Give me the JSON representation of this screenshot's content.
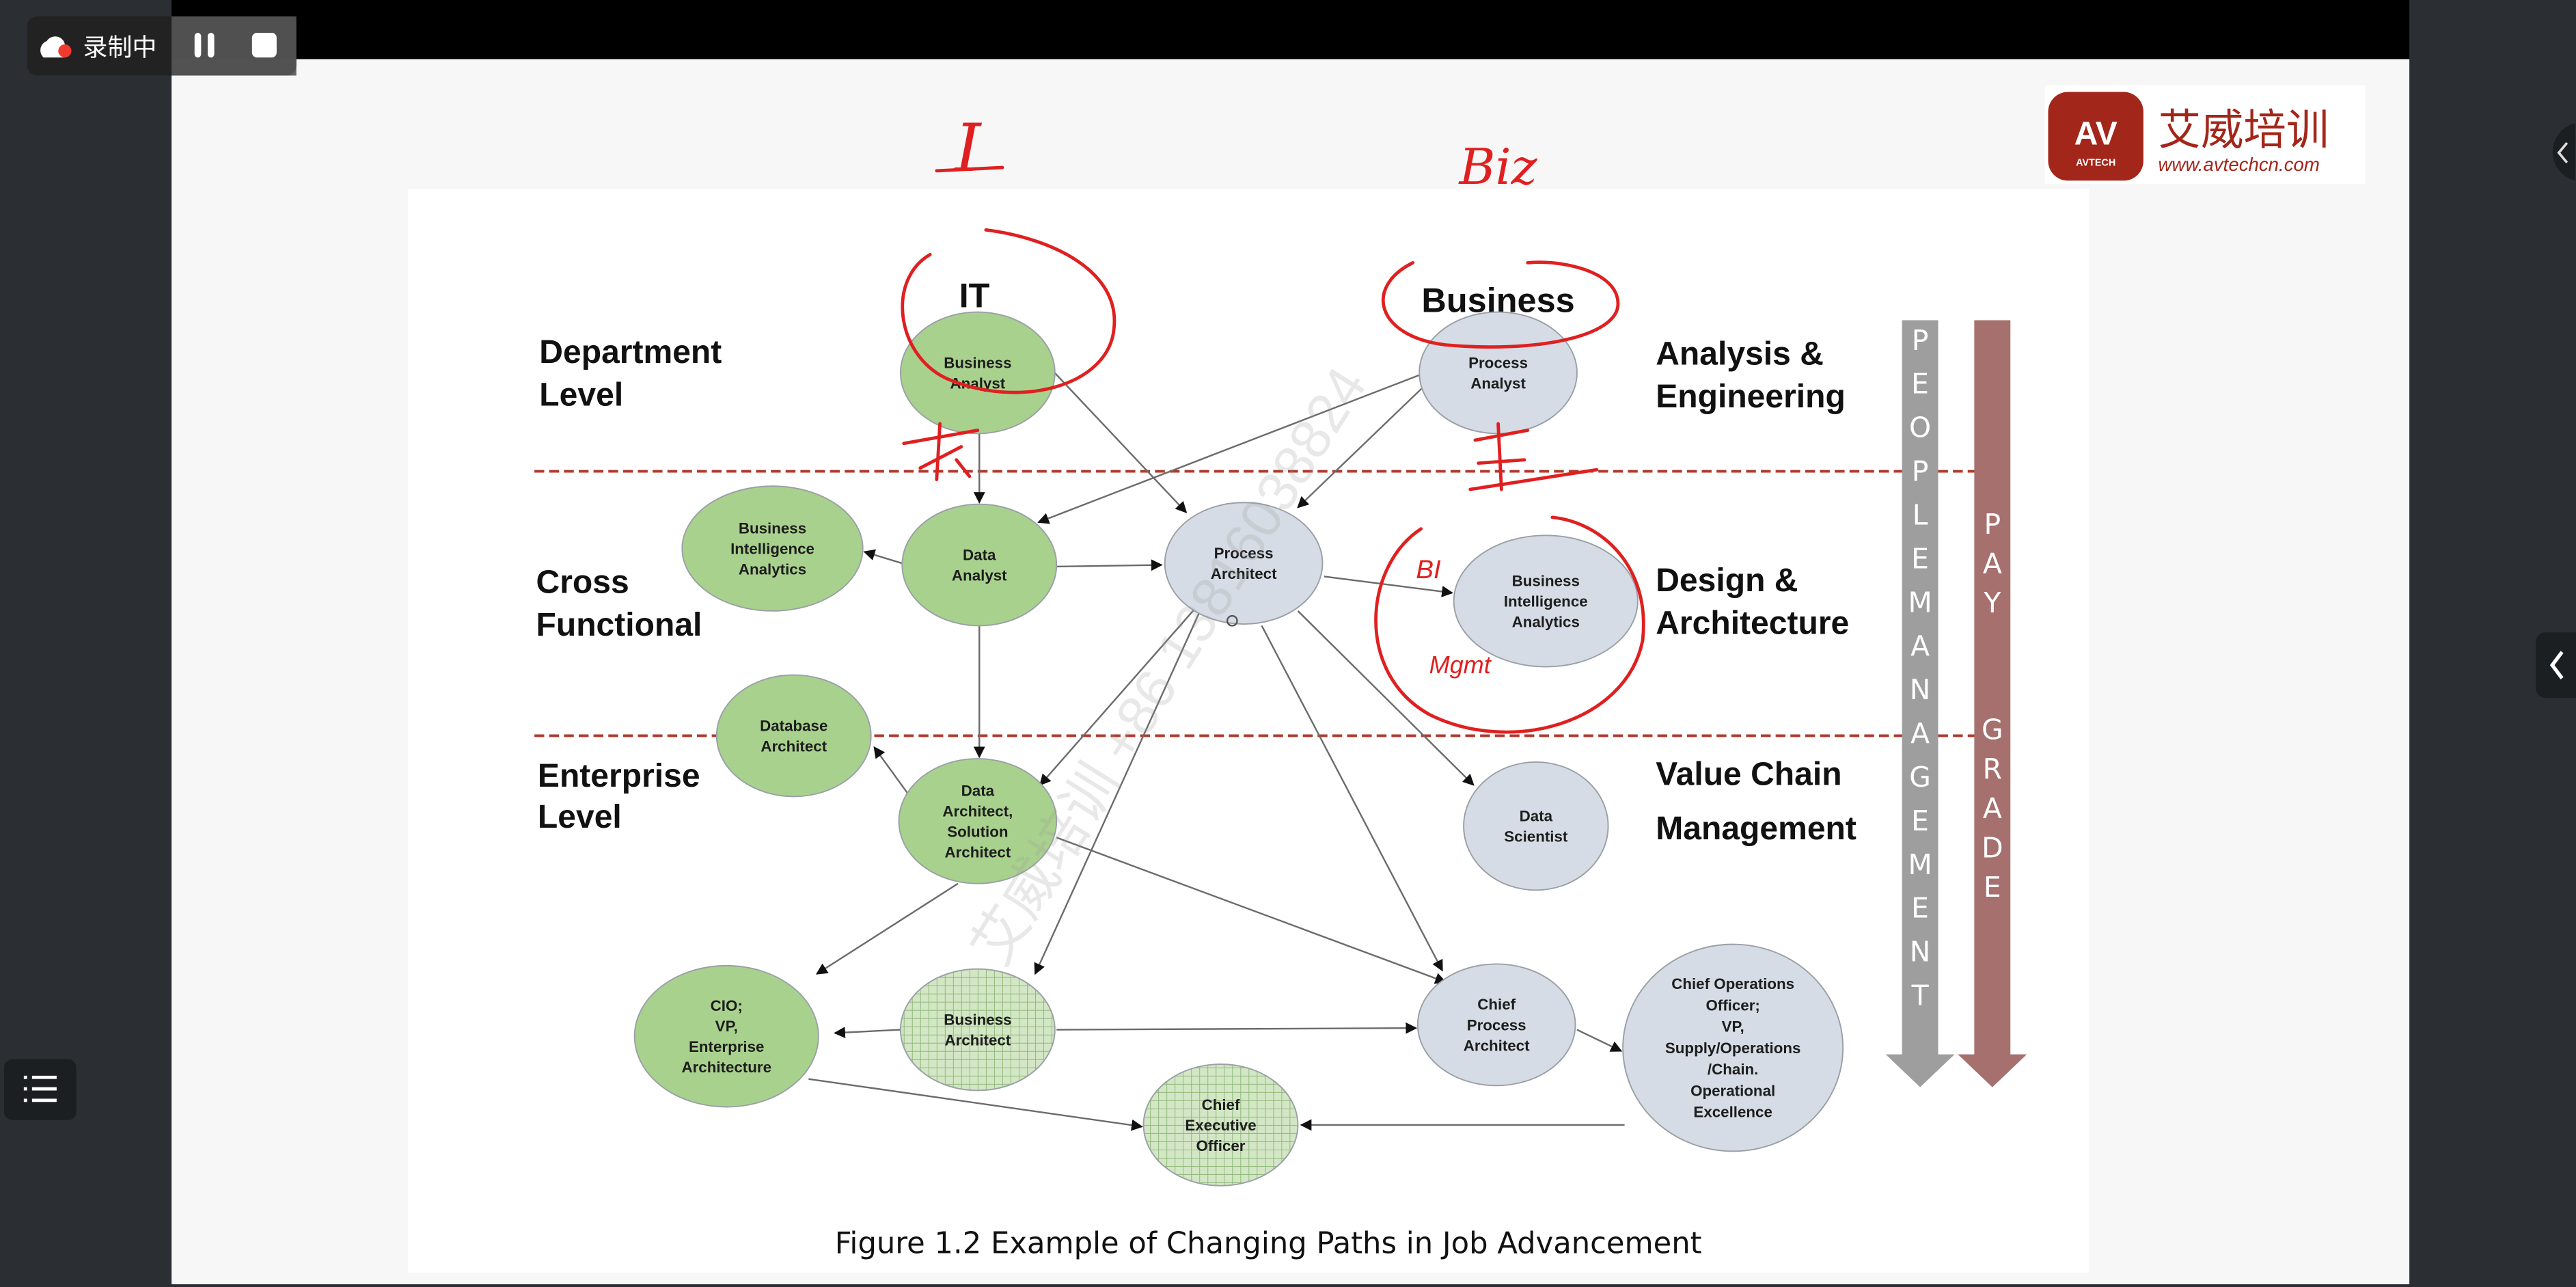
{
  "recorder": {
    "status_label": "录制中",
    "pause_icon": "pause-icon",
    "stop_icon": "stop-icon",
    "record_dot_color": "#f03a2e"
  },
  "logo": {
    "brand_cn": "艾威培训",
    "brand_mark": "AV",
    "brand_sub": "AVTECH",
    "url": "www.avtechcn.com",
    "color": "#a3261a"
  },
  "watermark": "艾威培训 +86 13816038824",
  "diagram": {
    "columns": {
      "it": "IT",
      "business": "Business"
    },
    "levels_left": [
      [
        "Department",
        "Level"
      ],
      [
        "Cross",
        "Functional"
      ],
      [
        "Enterprise",
        "Level"
      ]
    ],
    "levels_right": [
      [
        "Analysis &",
        "Engineering"
      ],
      [
        "Design &",
        "Architecture"
      ],
      [
        "Value Chain",
        "Management"
      ]
    ],
    "bars": {
      "people_management": "PEOPLEMANAGEMENT",
      "pay_grade": "PAYGRADE",
      "people_color": "#9e9e9e",
      "pay_color": "#a5706e"
    },
    "colors": {
      "it_node": "#a9d18e",
      "business_node": "#d6dce5",
      "divider": "#b03a2e"
    },
    "nodes": [
      {
        "id": "business_analyst",
        "lines": [
          "Business",
          "Analyst"
        ],
        "kind": "it"
      },
      {
        "id": "process_analyst",
        "lines": [
          "Process",
          "Analyst"
        ],
        "kind": "biz"
      },
      {
        "id": "bi_left",
        "lines": [
          "Business",
          "Intelligence",
          "Analytics"
        ],
        "kind": "it"
      },
      {
        "id": "data_analyst",
        "lines": [
          "Data",
          "Analyst"
        ],
        "kind": "it"
      },
      {
        "id": "process_architect",
        "lines": [
          "Process",
          "Architect"
        ],
        "kind": "biz"
      },
      {
        "id": "bi_right",
        "lines": [
          "Business",
          "Intelligence",
          "Analytics"
        ],
        "kind": "biz"
      },
      {
        "id": "database_architect",
        "lines": [
          "Database",
          "Architect"
        ],
        "kind": "it"
      },
      {
        "id": "data_architect",
        "lines": [
          "Data",
          "Architect,",
          "Solution",
          "Architect"
        ],
        "kind": "it"
      },
      {
        "id": "data_scientist",
        "lines": [
          "Data",
          "Scientist"
        ],
        "kind": "biz"
      },
      {
        "id": "cio",
        "lines": [
          "CIO;",
          "VP,",
          "Enterprise",
          "Architecture"
        ],
        "kind": "it"
      },
      {
        "id": "business_architect",
        "lines": [
          "Business",
          "Architect"
        ],
        "kind": "grid"
      },
      {
        "id": "chief_process_architect",
        "lines": [
          "Chief",
          "Process",
          "Architect"
        ],
        "kind": "biz"
      },
      {
        "id": "coo",
        "lines": [
          "Chief Operations",
          "Officer;",
          "VP,",
          "Supply/Operations",
          "/Chain.",
          "Operational",
          "Excellence"
        ],
        "kind": "biz"
      },
      {
        "id": "ceo",
        "lines": [
          "Chief",
          "Executive",
          "Officer"
        ],
        "kind": "grid"
      }
    ],
    "caption": "Figure 1.2 Example of Changing Paths in Job Advancement"
  },
  "annotations": {
    "top_it": "I",
    "top_business": "Biz",
    "bi_note": "BI",
    "mgmt_note": "Mgmt"
  }
}
